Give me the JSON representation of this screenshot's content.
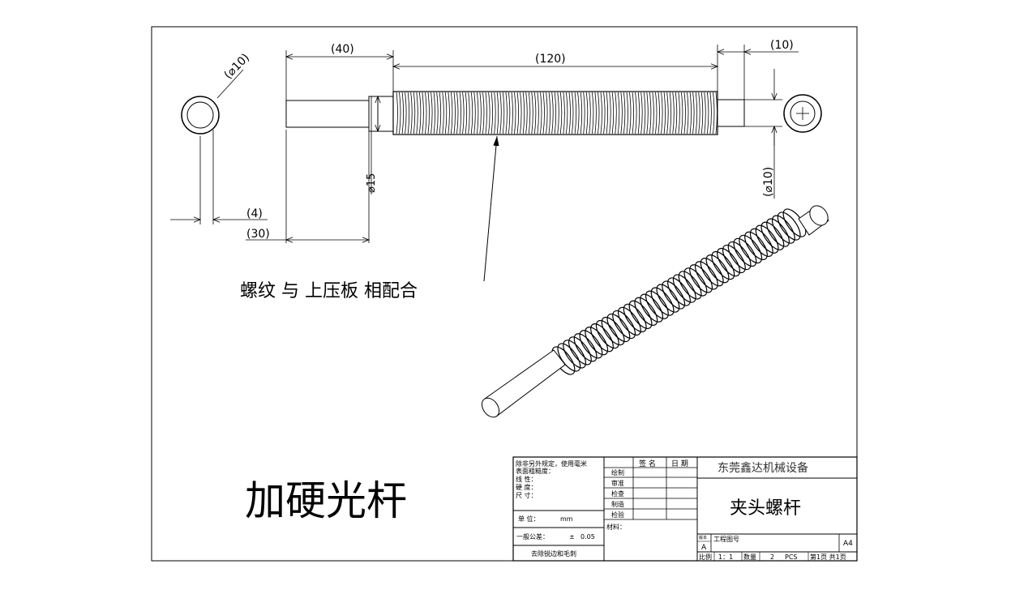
{
  "dimensions": {
    "shaft_left_length": "(40)",
    "thread_length": "(120)",
    "shaft_right_length": "(10)",
    "shaft_offset": "(30)",
    "step_offset": "(4)",
    "end_diameter_left": "(⌀10)",
    "end_diameter_right": "(⌀10)",
    "thread_diameter": "⌀15"
  },
  "note": "螺纹 与 上压板 相配合",
  "big_label": "加硬光杆",
  "title_block": {
    "requirements": [
      "除非另外规定，使用毫米",
      "表面粗糙度：",
      "线        性：",
      "硬        度：",
      "尺        寸："
    ],
    "unit_label": "单    位：",
    "unit_value": "mm",
    "tolerance_label": "一般公差：",
    "tolerance_pm": "±",
    "tolerance_value": "0.05",
    "deburr": "去除锐边和毛刺",
    "col_sign": "签 名",
    "col_date": "日 期",
    "roles": [
      "绘制",
      "审准",
      "检查",
      "制造",
      "检验"
    ],
    "material": "材料：",
    "company": "东莞鑫达机械设备",
    "part_name": "夹头螺杆",
    "drawing_no_label": "工程图号",
    "revision": "A",
    "rev_header": "版本",
    "size": "A4",
    "scale_label": "比例",
    "scale_value": "1：1",
    "qty_label": "数量",
    "qty_value": "2",
    "qty_unit": "PCS",
    "sheet_info": "第1页 共1页"
  }
}
